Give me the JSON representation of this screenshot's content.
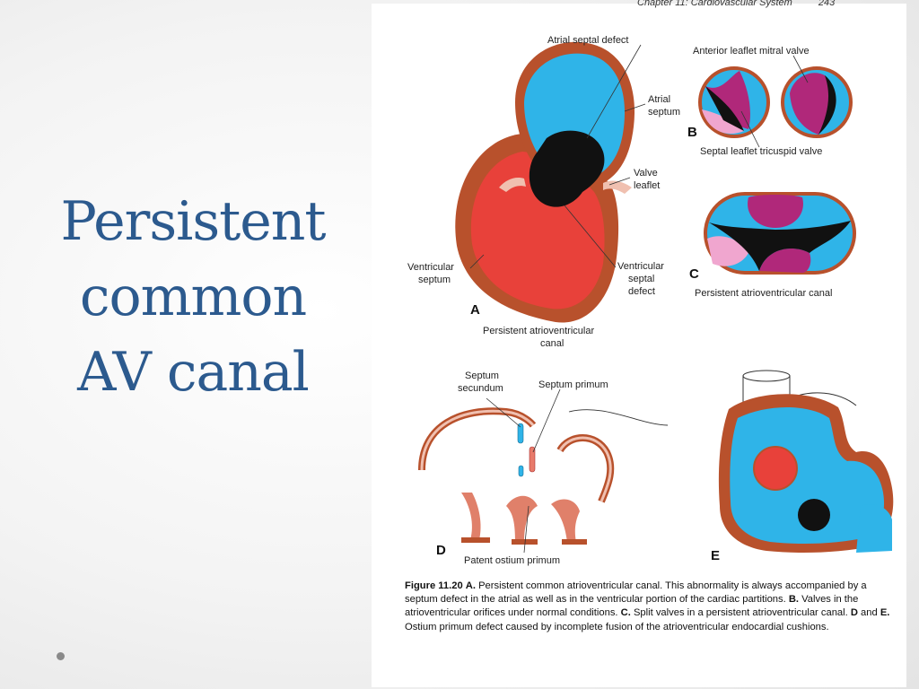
{
  "slide": {
    "title_lines": [
      "Persistent",
      "common",
      "AV canal"
    ]
  },
  "figure": {
    "running_header": "Chapter 11: Cardiovascular System",
    "page_number": "243",
    "panels": {
      "A": "A",
      "B": "B",
      "C": "C",
      "D": "D",
      "E": "E"
    },
    "labels": {
      "atrial_septal_defect": "Atrial septal defect",
      "atrial_septum_1": "Atrial",
      "atrial_septum_2": "septum",
      "valve_leaflet_1": "Valve",
      "valve_leaflet_2": "leaflet",
      "ventricular_septum_1": "Ventricular",
      "ventricular_septum_2": "septum",
      "ventricular_septal_defect_1": "Ventricular",
      "ventricular_septal_defect_2": "septal",
      "ventricular_septal_defect_3": "defect",
      "persistent_av_canal_a_1": "Persistent atrioventricular",
      "persistent_av_canal_a_2": "canal",
      "anterior_leaflet_mitral_valve": "Anterior leaflet mitral valve",
      "septal_leaflet_tricuspid_valve": "Septal leaflet tricuspid valve",
      "persistent_av_canal_c": "Persistent atrioventricular canal",
      "septum_secundum_1": "Septum",
      "septum_secundum_2": "secundum",
      "septum_primum": "Septum primum",
      "patent_ostium_primum": "Patent ostium primum"
    },
    "caption": {
      "figure_number": "Figure 11.20",
      "a_label": "A.",
      "a_text": "Persistent common atrioventricular canal. This abnormality is always accompanied by a septum defect in the atrial as well as in the ventricular portion of the cardiac partitions.",
      "b_label": "B.",
      "b_text": "Valves in the atrioventricular orifices under normal conditions.",
      "c_label": "C.",
      "c_text": "Split valves in a persistent atrioventricular canal.",
      "de_label_d": "D",
      "de_and": "and",
      "de_label_e": "E.",
      "de_text": "Ostium primum defect caused by incomplete fusion of the atrioventricular endocardial cushions."
    },
    "colors": {
      "atrium_blue": "#2fb4e8",
      "ventricle_red": "#e8413a",
      "wall_brown": "#b8512c",
      "leaflet_magenta": "#b0287a",
      "leaflet_pink": "#f0a6cf",
      "defect_black": "#111111"
    }
  },
  "decor": {
    "bullet": "bullet-dot"
  }
}
